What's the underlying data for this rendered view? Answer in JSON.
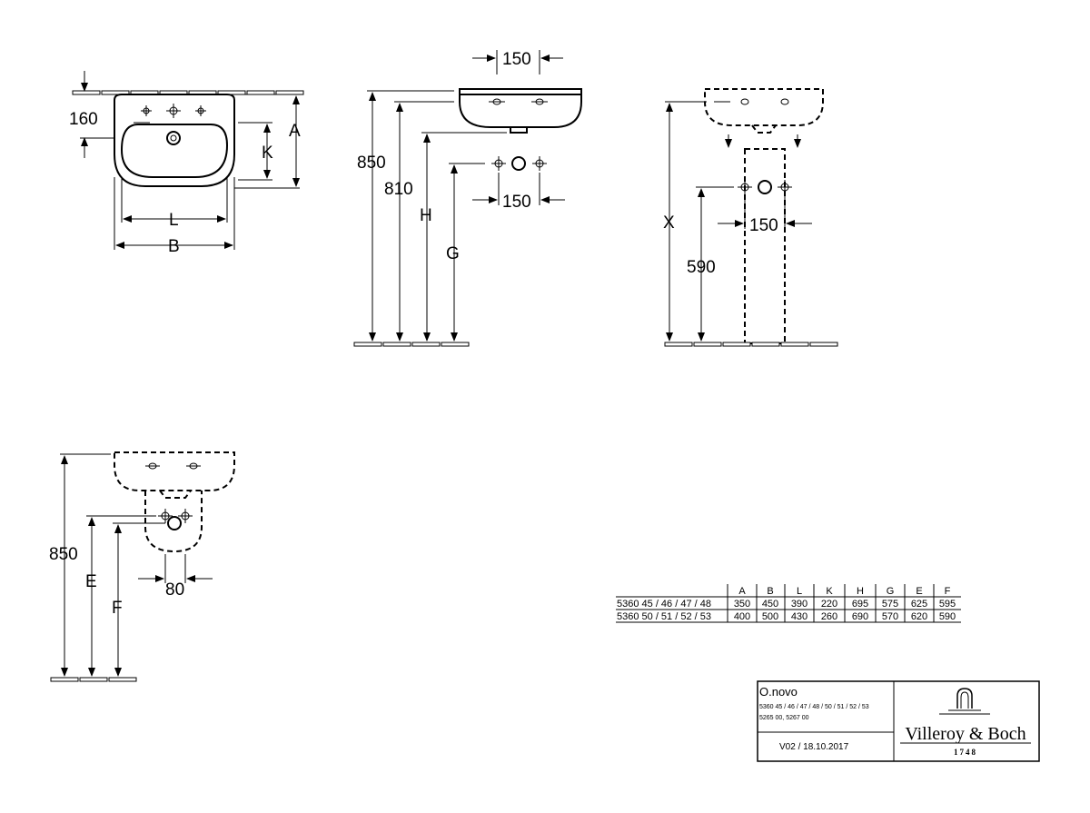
{
  "top_view": {
    "dim_160": "160",
    "label_a": "A",
    "label_k": "K",
    "label_l": "L",
    "label_b": "B"
  },
  "side_view": {
    "dim_150_top": "150",
    "dim_850": "850",
    "dim_810": "810",
    "label_h": "H",
    "label_g": "G",
    "dim_150_bottom": "150"
  },
  "pedestal_view": {
    "label_x": "X",
    "dim_590": "590",
    "dim_150": "150"
  },
  "semi_pedestal_view": {
    "dim_850": "850",
    "label_e": "E",
    "label_f": "F",
    "dim_80": "80"
  },
  "dimension_table": {
    "headers": [
      "A",
      "B",
      "L",
      "K",
      "H",
      "G",
      "E",
      "F"
    ],
    "rows": [
      {
        "model": "5360 45 / 46 / 47 / 48",
        "values": [
          "350",
          "450",
          "390",
          "220",
          "695",
          "575",
          "625",
          "595"
        ]
      },
      {
        "model": "5360 50 / 51 / 52 / 53",
        "values": [
          "400",
          "500",
          "430",
          "260",
          "690",
          "570",
          "620",
          "590"
        ]
      }
    ]
  },
  "title_block": {
    "product": "O.novo",
    "article_numbers": "5360 45 / 46 / 47 / 48 / 50 / 51 / 52 / 53",
    "accessory_numbers": "5265 00, 5267 00",
    "version": "V02 / 18.10.2017",
    "brand": "Villeroy & Boch",
    "brand_year": "1748"
  }
}
